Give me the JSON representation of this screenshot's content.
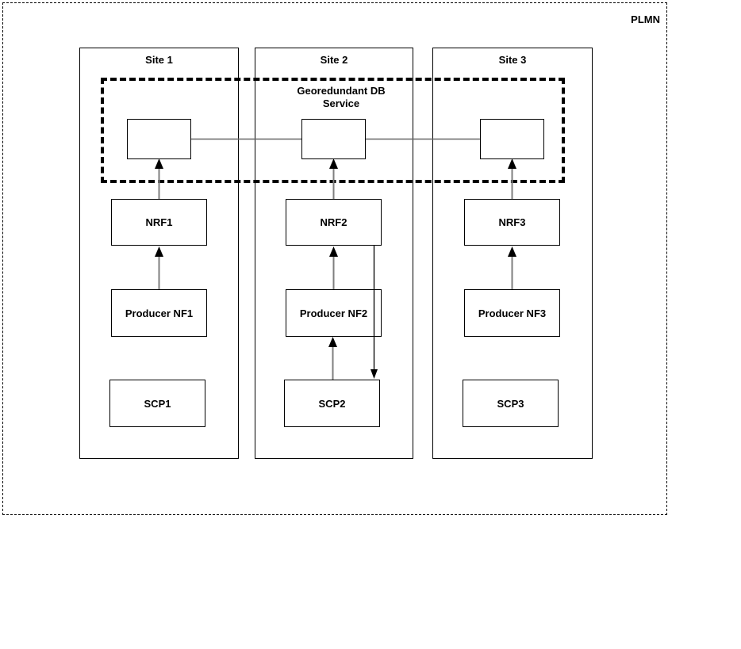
{
  "diagram": {
    "plmn_label": "PLMN",
    "georedundant_label": "Georedundant DB Service",
    "sites": [
      {
        "title": "Site 1",
        "nrf": "NRF1",
        "producer": "Producer NF1",
        "scp": "SCP1"
      },
      {
        "title": "Site 2",
        "nrf": "NRF2",
        "producer": "Producer NF2",
        "scp": "SCP2"
      },
      {
        "title": "Site 3",
        "nrf": "NRF3",
        "producer": "Producer NF3",
        "scp": "SCP3"
      }
    ],
    "db_nodes": [
      {
        "site": "Site 1",
        "label": ""
      },
      {
        "site": "Site 2",
        "label": ""
      },
      {
        "site": "Site 3",
        "label": ""
      }
    ],
    "connections": [
      {
        "from": "Producer NF1",
        "to": "NRF1",
        "style": "arrow-up"
      },
      {
        "from": "NRF1",
        "to": "Georedundant DB (Site 1)",
        "style": "arrow-up"
      },
      {
        "from": "Producer NF2",
        "to": "NRF2",
        "style": "arrow-up"
      },
      {
        "from": "NRF2",
        "to": "Georedundant DB (Site 2)",
        "style": "arrow-up"
      },
      {
        "from": "SCP2",
        "to": "Producer NF2",
        "style": "arrow-up"
      },
      {
        "from": "NRF2",
        "to": "SCP2",
        "style": "arrow-down"
      },
      {
        "from": "Producer NF3",
        "to": "NRF3",
        "style": "arrow-up"
      },
      {
        "from": "NRF3",
        "to": "Georedundant DB (Site 3)",
        "style": "arrow-up"
      },
      {
        "from": "Georedundant DB (Site 1)",
        "to": "Georedundant DB (Site 2)",
        "style": "plain-line"
      },
      {
        "from": "Georedundant DB (Site 2)",
        "to": "Georedundant DB (Site 3)",
        "style": "plain-line"
      }
    ],
    "colors": {
      "line": "#000000",
      "connector": "#666666",
      "arrow_shaft": "#7f7f7f",
      "background": "#ffffff"
    }
  }
}
